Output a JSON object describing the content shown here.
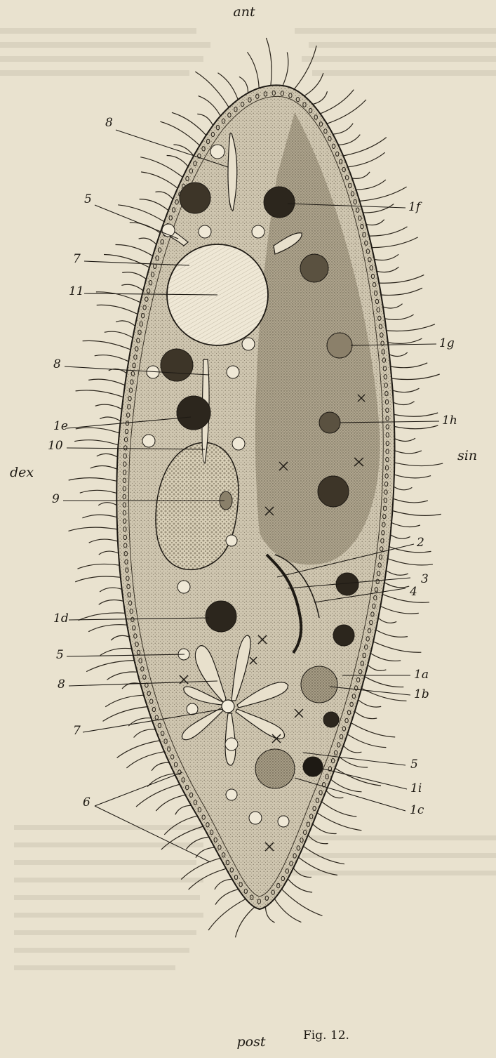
{
  "figure": {
    "caption": "Fig. 12.",
    "orientation": {
      "anterior": "ant",
      "posterior": "post",
      "right": "dex",
      "left": "sin"
    },
    "labels": [
      "8",
      "5",
      "7",
      "11",
      "8",
      "1e",
      "10",
      "9",
      "1d",
      "5",
      "8",
      "7",
      "6",
      "1f",
      "1g",
      "1h",
      "2",
      "3",
      "4",
      "1a",
      "1b",
      "5",
      "1i",
      "1c"
    ]
  },
  "colors": {
    "paper": "#e9e2cf",
    "ink": "#1e1a14",
    "body_fill": "#c9c0aa",
    "cilia": "#2a241b"
  }
}
